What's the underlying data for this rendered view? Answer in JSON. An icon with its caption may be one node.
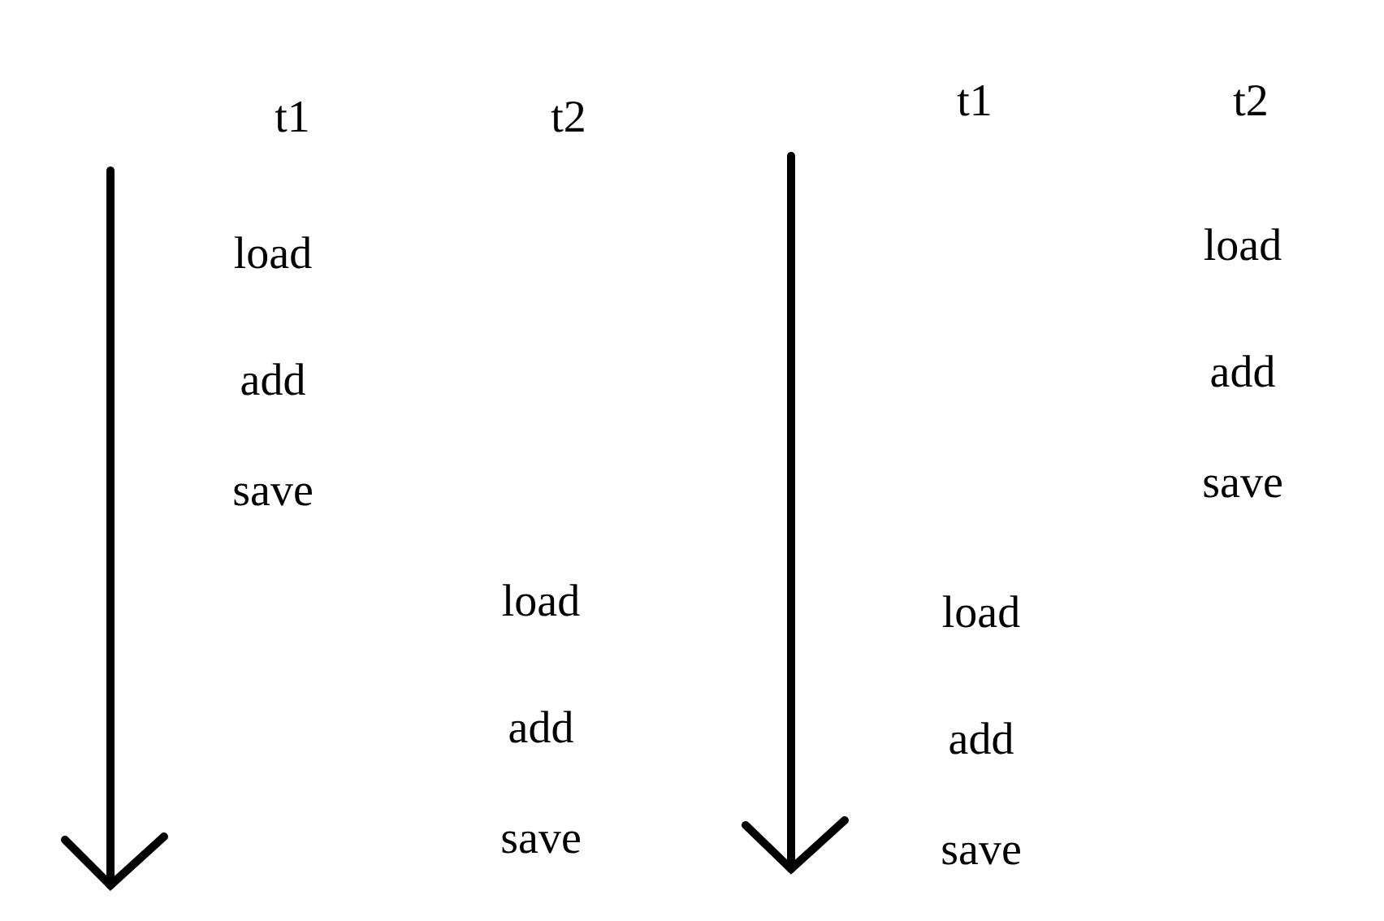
{
  "diagram": {
    "labels": [
      "t1",
      "t2",
      "load",
      "add",
      "save",
      "load",
      "add",
      "save",
      "t1",
      "t2",
      "load",
      "add",
      "save",
      "load",
      "add",
      "save"
    ]
  }
}
